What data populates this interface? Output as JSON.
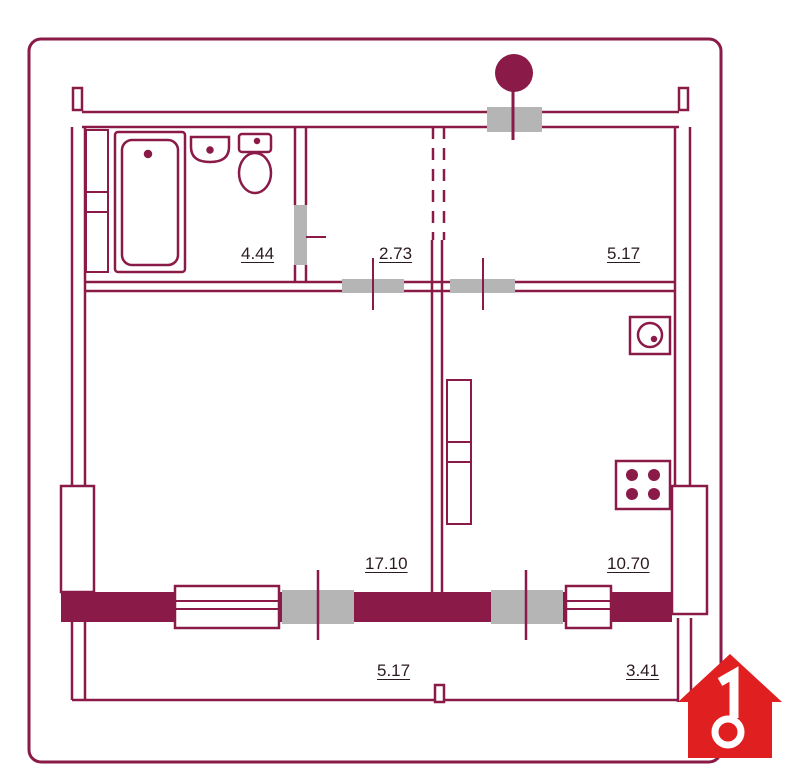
{
  "plan": {
    "colors": {
      "wall": "#8a1a47",
      "wall_fill": "#8a1a47",
      "door_gray": "#b5b5b5",
      "background": "#ffffff",
      "logo_red": "#e02020"
    },
    "areas": {
      "bathroom": "4.44",
      "corridor": "2.73",
      "hall": "5.17",
      "living_room": "17.10",
      "kitchen": "10.70",
      "balcony": "5.17",
      "loggia": "3.41"
    },
    "icons": [
      "bathtub-icon",
      "sink-icon",
      "toilet-icon",
      "washing-machine-icon",
      "stove-icon",
      "entrance-marker-icon",
      "logo-key-icon"
    ]
  }
}
